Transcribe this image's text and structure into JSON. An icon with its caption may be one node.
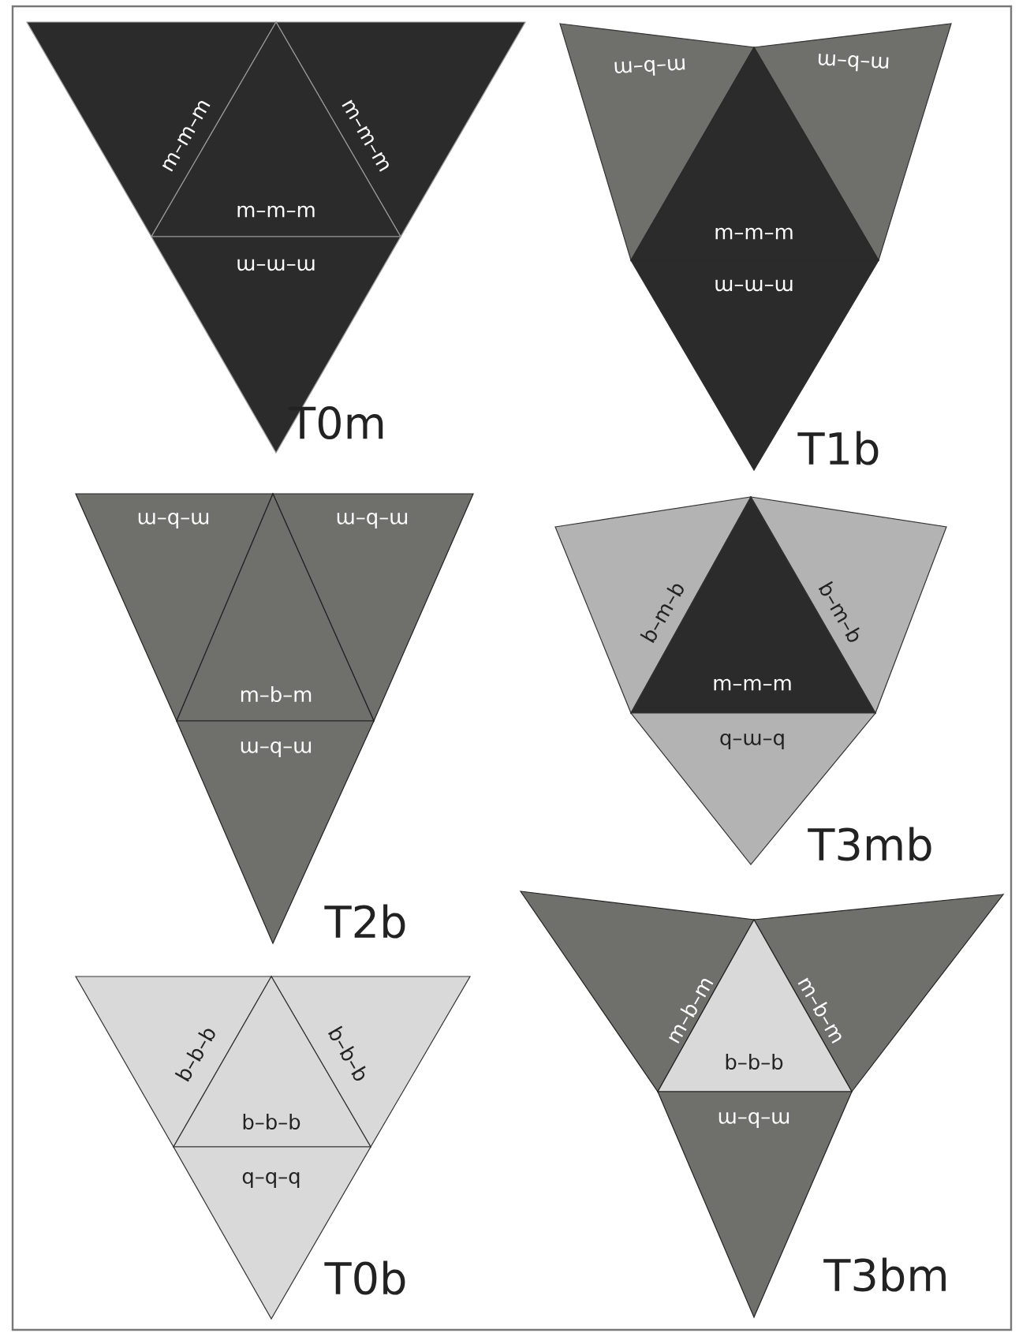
{
  "diagram": {
    "nodes": [
      {
        "text": [
          "m–m–m"
        ]
      },
      {
        "text": [
          "m–m–m"
        ]
      },
      {
        "text": [
          "m–m–m"
        ]
      },
      {
        "text": [
          "m–m–m"
        ]
      },
      {
        "text": [
          "m–b–m"
        ]
      },
      {
        "text": [
          "m–b–m"
        ]
      },
      {
        "text": [
          "m–m–m"
        ]
      },
      {
        "text": [
          "m–m–m"
        ]
      },
      {
        "text": [
          "m–b–m"
        ]
      },
      {
        "text": [
          "m–b–m"
        ]
      },
      {
        "text": [
          "m–b–m"
        ]
      },
      {
        "text": [
          "m–b–m"
        ]
      },
      {
        "text": [
          "b–m–b"
        ]
      },
      {
        "text": [
          "b–m–b"
        ]
      },
      {
        "text": [
          "m–m–m"
        ]
      },
      {
        "text": [
          "b–m–b"
        ]
      },
      {
        "text": [
          "b–b–b"
        ]
      },
      {
        "text": [
          "b–b–b"
        ]
      },
      {
        "text": [
          "b–b–b"
        ]
      },
      {
        "text": [
          "b–b–b"
        ]
      },
      {
        "text": [
          "m–b–m"
        ]
      },
      {
        "text": [
          "m–b–m"
        ]
      },
      {
        "text": [
          "b–b–b"
        ]
      },
      {
        "text": [
          "m–b–m"
        ]
      }
    ],
    "labels": [
      "T0m",
      "T1b",
      "T2b",
      "T3mb",
      "T0b",
      "T3bm"
    ]
  }
}
